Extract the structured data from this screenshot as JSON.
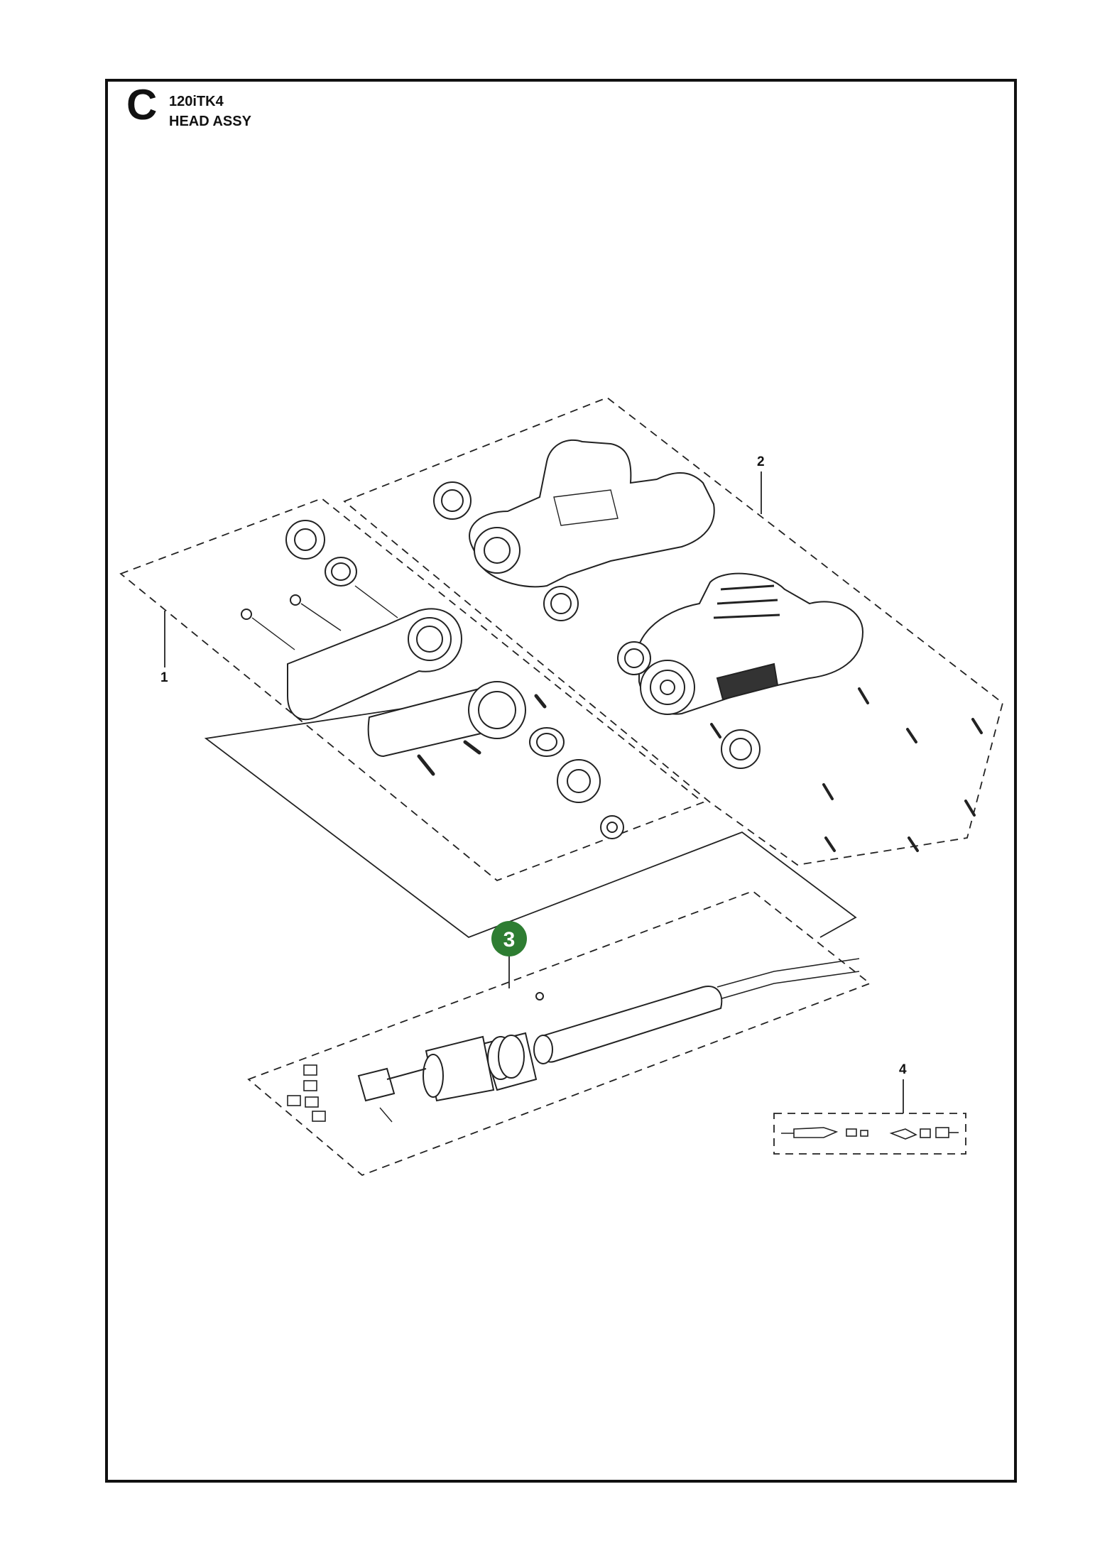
{
  "header": {
    "section_letter": "C",
    "model": "120iTK4",
    "title": "HEAD ASSY"
  },
  "callouts": [
    {
      "label": "1"
    },
    {
      "label": "2"
    },
    {
      "label": "3",
      "highlighted": true
    },
    {
      "label": "4"
    }
  ],
  "colors": {
    "frame": "#111111",
    "line_art": "#222222",
    "highlight": "#2e7d32"
  }
}
